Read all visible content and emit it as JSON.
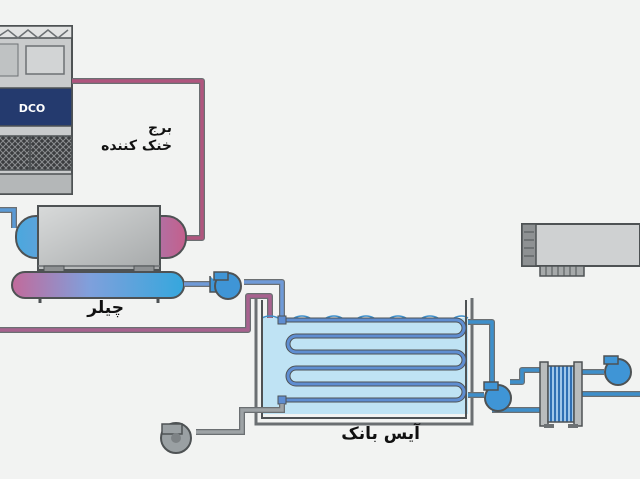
{
  "labels": {
    "cooling_tower_line1": "برج",
    "cooling_tower_line2": "خنک کننده",
    "chiller": "چیلر",
    "ice_bank": "آیس بانک"
  },
  "logo_text": "DCO",
  "colors": {
    "background": "#f2f3f2",
    "condenser_pipe": "#b0557e",
    "chilled_pipe": "#6f9ad8",
    "water_line": "#3e8fcb",
    "ice_water": "#bfe3f4",
    "coil": "#5f8ed2",
    "pump_blue": "#3f95d6",
    "pump_gray": "#9aa0a3",
    "steel": "#b9bcbd",
    "steel_dark": "#6b6f72"
  }
}
